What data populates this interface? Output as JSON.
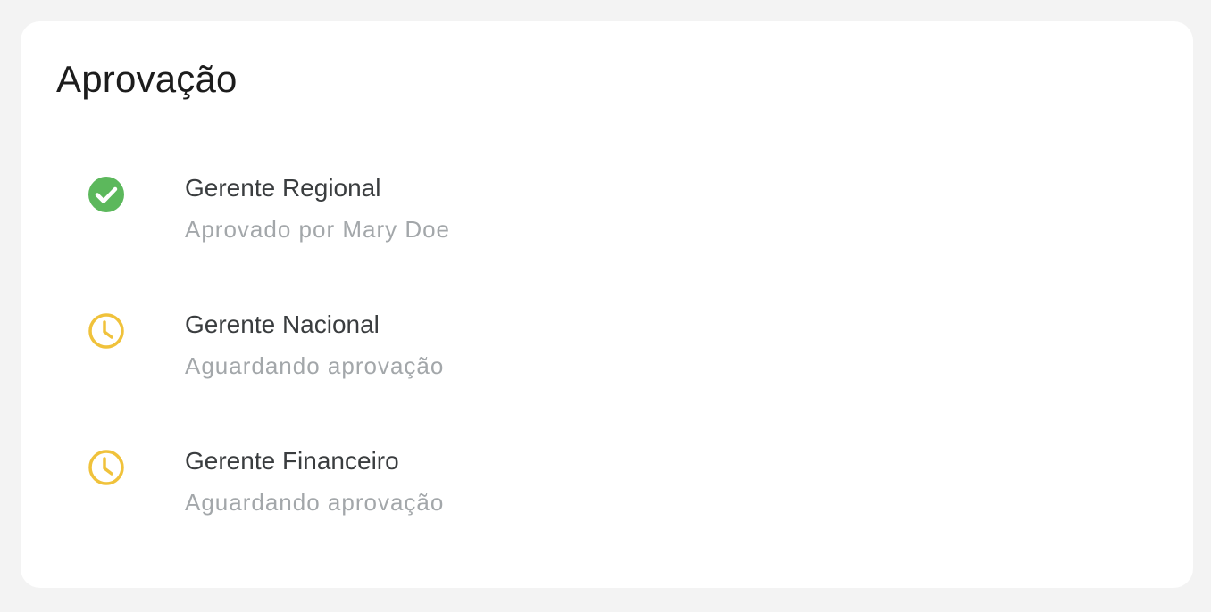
{
  "panel": {
    "title": "Aprovação"
  },
  "approvals": [
    {
      "role": "Gerente Regional",
      "status": "Aprovado por Mary Doe",
      "icon": "check-circle-icon",
      "color": "#5cb85c"
    },
    {
      "role": "Gerente Nacional",
      "status": "Aguardando aprovação",
      "icon": "clock-icon",
      "color": "#f0c23b"
    },
    {
      "role": "Gerente Financeiro",
      "status": "Aguardando aprovação",
      "icon": "clock-icon",
      "color": "#f0c23b"
    }
  ]
}
